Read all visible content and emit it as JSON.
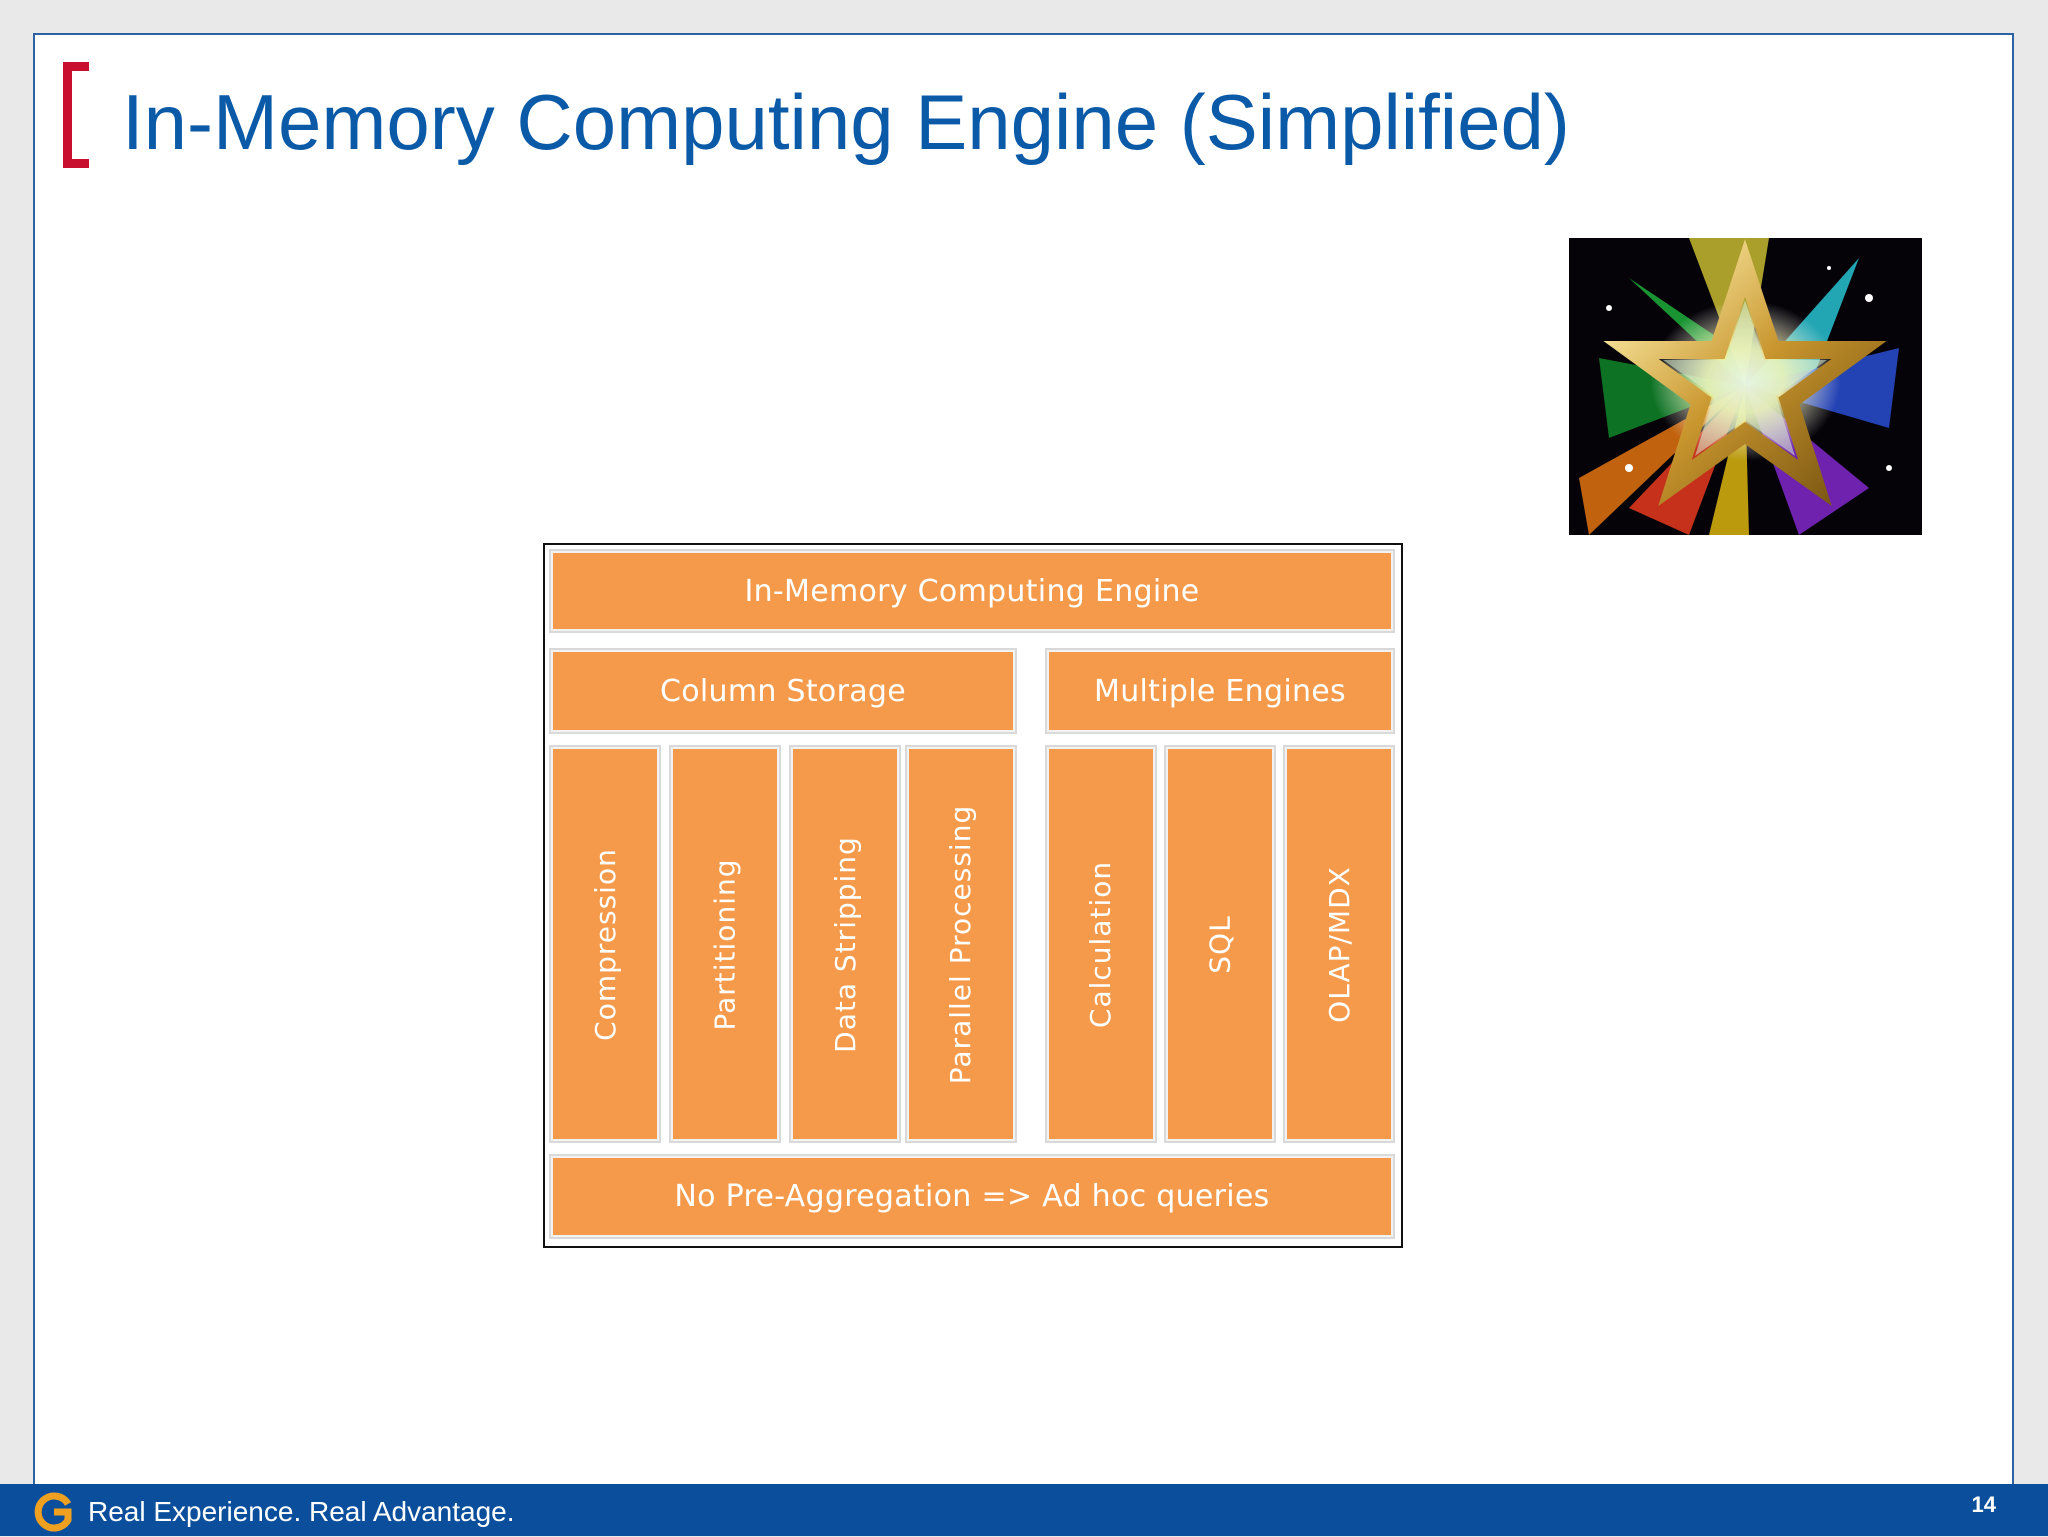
{
  "slide": {
    "title": "In-Memory Computing Engine (Simplified)",
    "page_number": "14"
  },
  "footer": {
    "tagline": "Real Experience. Real Advantage.",
    "logo_icon": "g-logo-icon"
  },
  "image": {
    "icon": "rainbow-star-icon"
  },
  "diagram": {
    "top": "In-Memory Computing Engine",
    "left_header": "Column Storage",
    "right_header": "Multiple Engines",
    "left_columns": [
      "Compression",
      "Partitioning",
      "Data Stripping",
      "Parallel Processing"
    ],
    "right_columns": [
      "Calculation",
      "SQL",
      "OLAP/MDX"
    ],
    "bottom": "No Pre-Aggregation => Ad hoc queries"
  },
  "colors": {
    "title_blue": "#0b5aa8",
    "bracket_red": "#c8102e",
    "block_orange": "#f59a4a",
    "footer_blue": "#0b4f9c"
  }
}
